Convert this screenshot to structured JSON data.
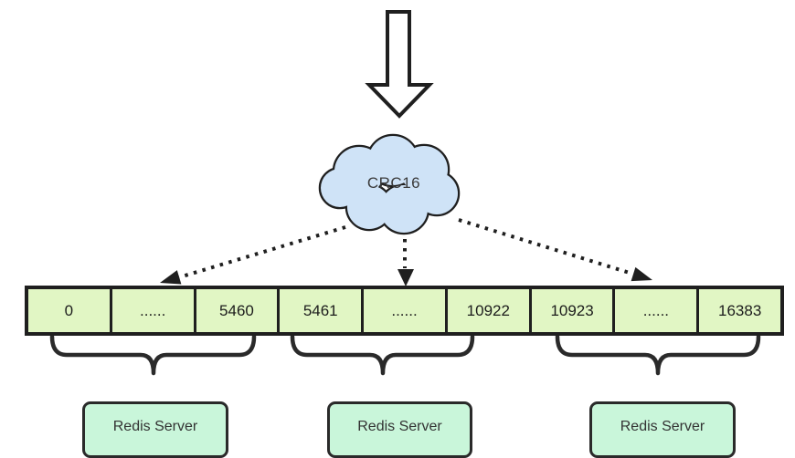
{
  "colors": {
    "stroke": "#1f1f1f",
    "cloud_fill": "#cfe3f7",
    "slot_fill": "#e1f6c4",
    "server_fill": "#c9f6da"
  },
  "cloud": {
    "label": "CRC16"
  },
  "slot_row": {
    "cells": [
      "0",
      "......",
      "5460",
      "5461",
      "......",
      "10922",
      "10923",
      "......",
      "16383"
    ]
  },
  "servers": [
    {
      "label": "Redis Server"
    },
    {
      "label": "Redis Server"
    },
    {
      "label": "Redis Server"
    }
  ]
}
